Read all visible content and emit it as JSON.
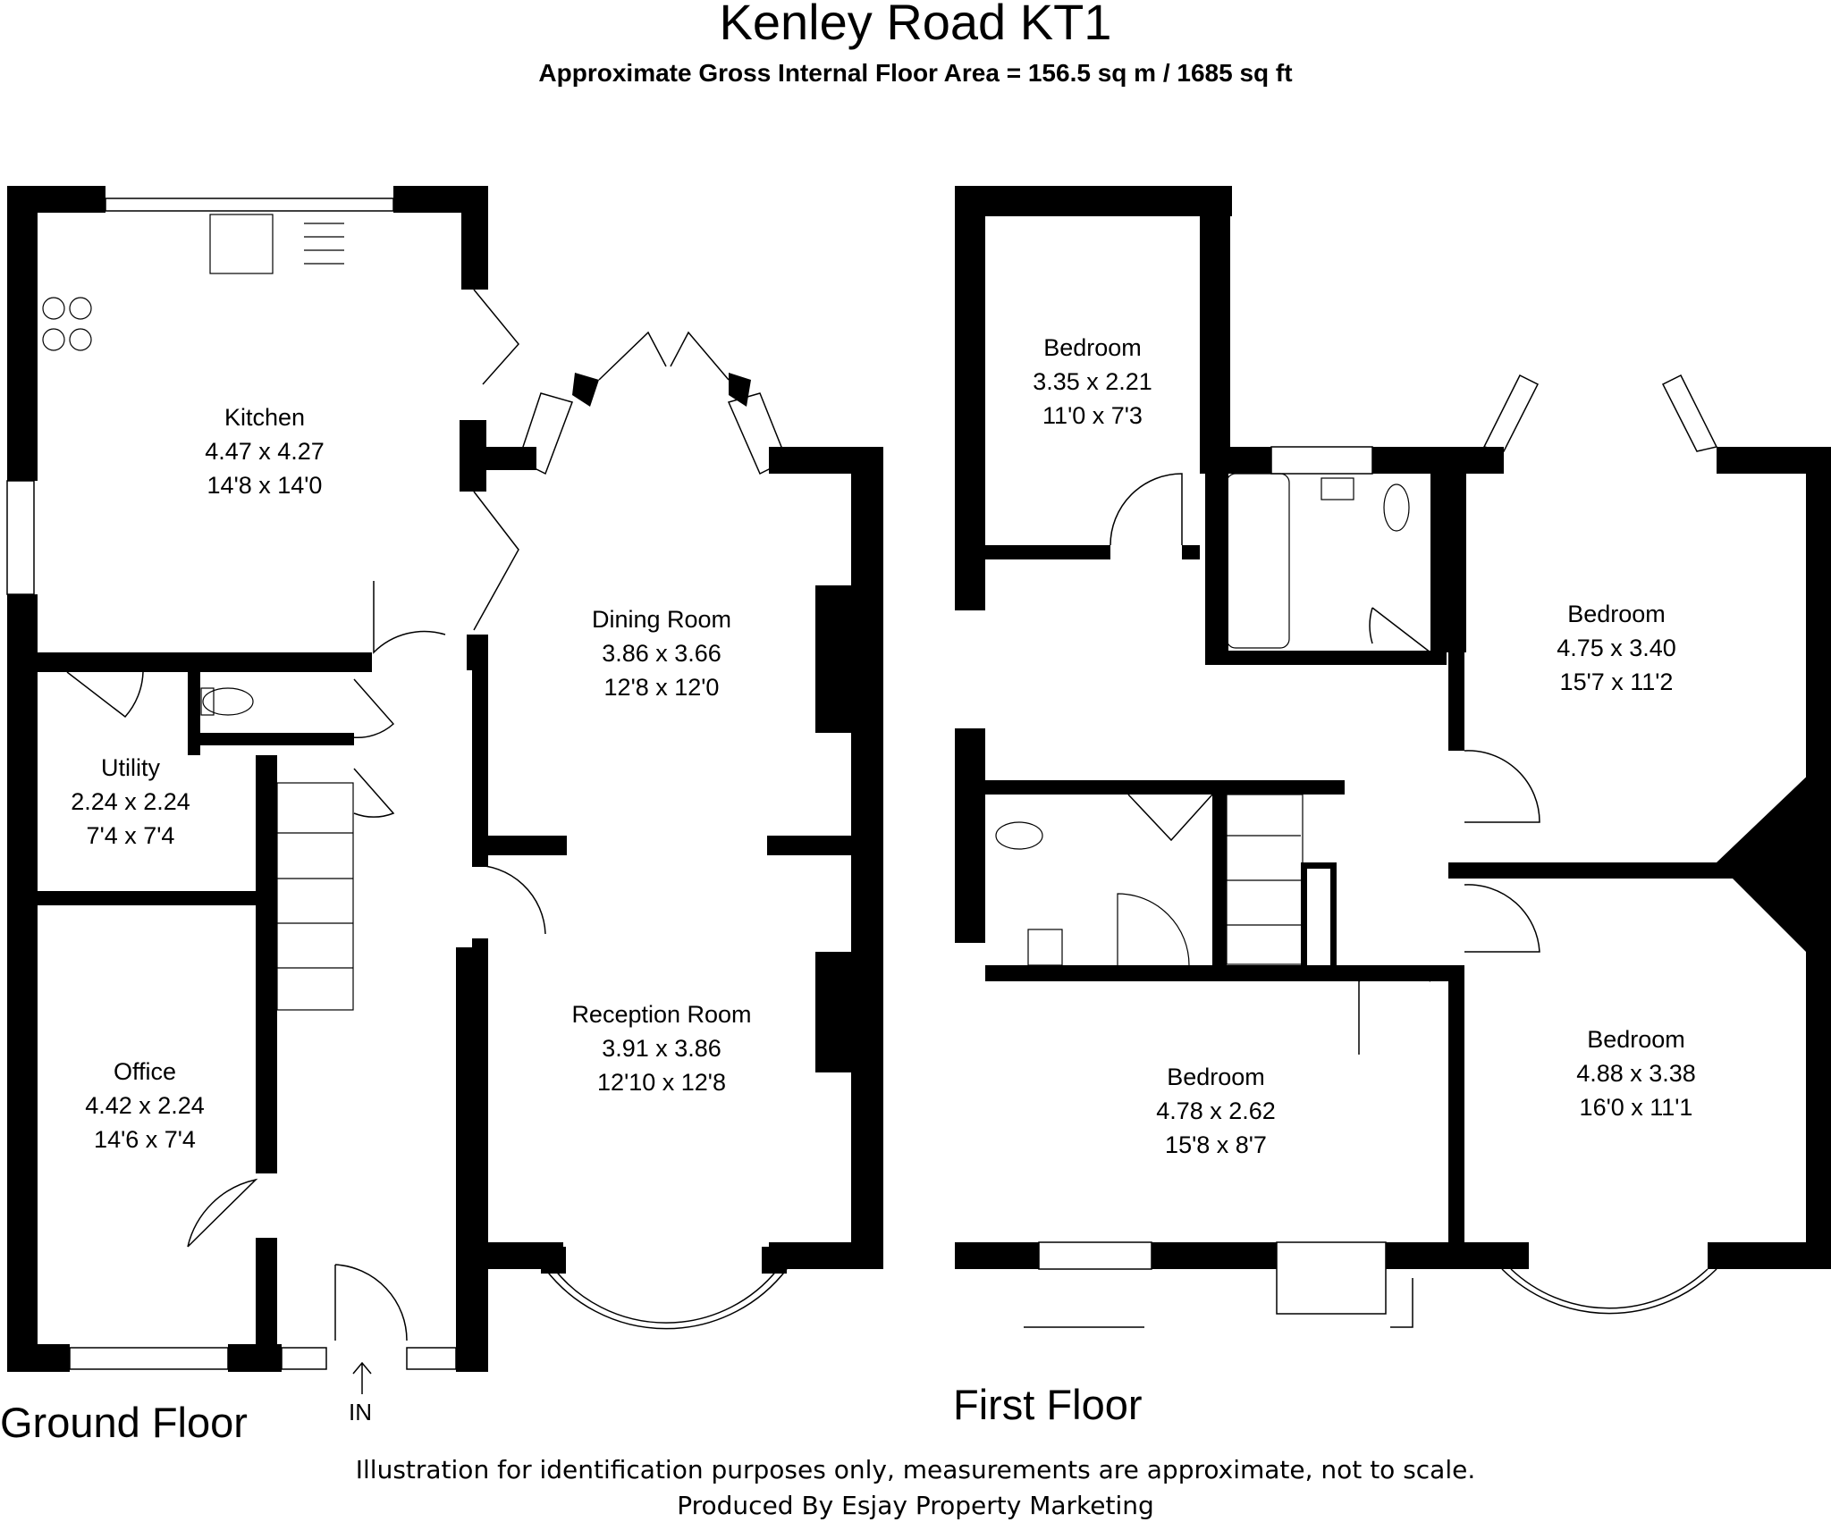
{
  "title": "Kenley Road KT1",
  "subtitle": "Approximate Gross Internal Floor Area = 156.5 sq m / 1685 sq ft",
  "floors": {
    "ground": "Ground Floor",
    "first": "First Floor"
  },
  "entrance_label": "IN",
  "rooms": {
    "kitchen": {
      "name": "Kitchen",
      "metric": "4.47 x 4.27",
      "imperial": "14'8 x 14'0"
    },
    "dining": {
      "name": "Dining Room",
      "metric": "3.86 x 3.66",
      "imperial": "12'8 x 12'0"
    },
    "utility": {
      "name": "Utility",
      "metric": "2.24 x 2.24",
      "imperial": "7'4 x 7'4"
    },
    "reception": {
      "name": "Reception Room",
      "metric": "3.91 x 3.86",
      "imperial": "12'10 x 12'8"
    },
    "office": {
      "name": "Office",
      "metric": "4.42 x 2.24",
      "imperial": "14'6 x 7'4"
    },
    "bedroom_small": {
      "name": "Bedroom",
      "metric": "3.35 x 2.21",
      "imperial": "11'0 x 7'3"
    },
    "bedroom_rear_right": {
      "name": "Bedroom",
      "metric": "4.75 x 3.40",
      "imperial": "15'7 x 11'2"
    },
    "bedroom_front_middle": {
      "name": "Bedroom",
      "metric": "4.78 x 2.62",
      "imperial": "15'8 x 8'7"
    },
    "bedroom_front_right": {
      "name": "Bedroom",
      "metric": "4.88 x 3.38",
      "imperial": "16'0 x 11'1"
    }
  },
  "footer": {
    "line1": "Illustration for identification purposes only, measurements are approximate, not to scale.",
    "line2": "Produced By Esjay Property Marketing"
  }
}
